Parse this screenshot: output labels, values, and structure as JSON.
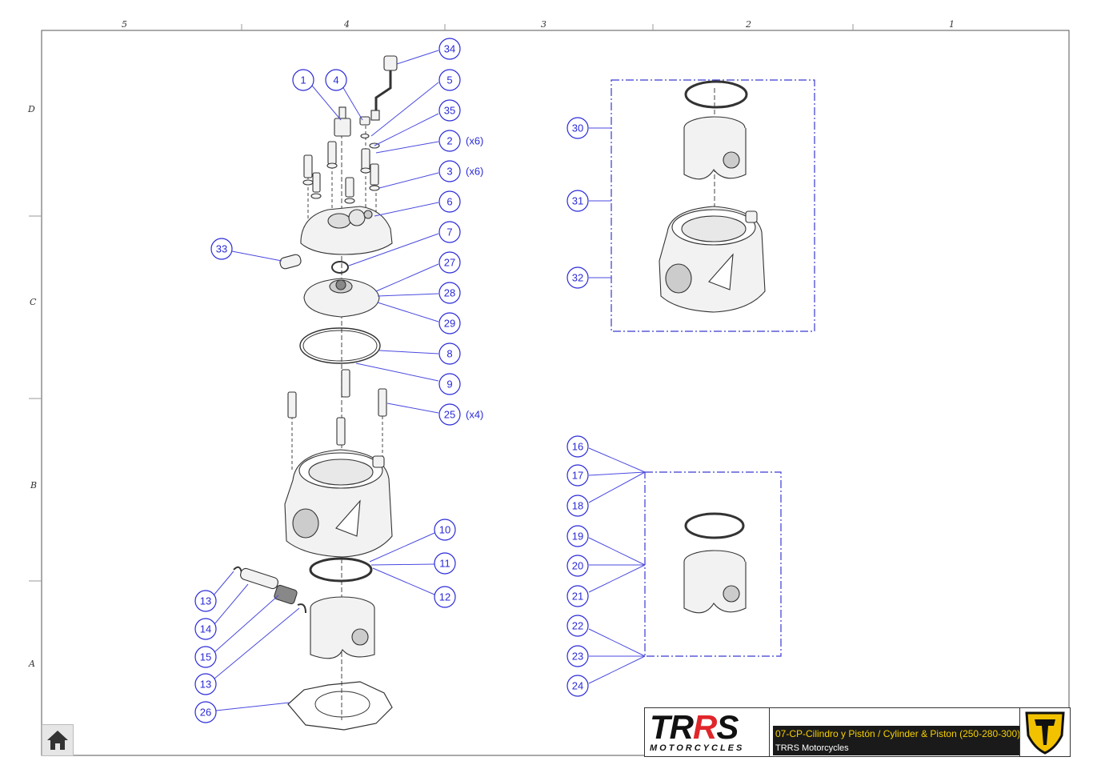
{
  "grid": {
    "columns": [
      "5",
      "4",
      "3",
      "2",
      "1"
    ],
    "rows": [
      "D",
      "C",
      "B",
      "A"
    ]
  },
  "callouts": [
    {
      "label": "1"
    },
    {
      "label": "4"
    },
    {
      "label": "34"
    },
    {
      "label": "5"
    },
    {
      "label": "35"
    },
    {
      "label": "2",
      "qty": "(x6)"
    },
    {
      "label": "3",
      "qty": "(x6)"
    },
    {
      "label": "6"
    },
    {
      "label": "33"
    },
    {
      "label": "7"
    },
    {
      "label": "27"
    },
    {
      "label": "28"
    },
    {
      "label": "29"
    },
    {
      "label": "8"
    },
    {
      "label": "9"
    },
    {
      "label": "25",
      "qty": "(x4)"
    },
    {
      "label": "10"
    },
    {
      "label": "11"
    },
    {
      "label": "12"
    },
    {
      "label": "13"
    },
    {
      "label": "14"
    },
    {
      "label": "15"
    },
    {
      "label": "13"
    },
    {
      "label": "26"
    },
    {
      "label": "30"
    },
    {
      "label": "31"
    },
    {
      "label": "32"
    },
    {
      "label": "16"
    },
    {
      "label": "17"
    },
    {
      "label": "18"
    },
    {
      "label": "19"
    },
    {
      "label": "20"
    },
    {
      "label": "21"
    },
    {
      "label": "22"
    },
    {
      "label": "23"
    },
    {
      "label": "24"
    }
  ],
  "title_block": {
    "brand": "TRRS",
    "brand_sub": "MOTORCYCLES",
    "sheet_title": "07-CP-Cilindro y Pistón / Cylinder & Piston (250-280-300)",
    "company": "TRRS Motorcycles",
    "colors": {
      "accent_red": "#e0262a",
      "title_yellow": "#f5d000",
      "shield_yellow": "#f2c200",
      "callout_blue": "#2a2ad8"
    }
  },
  "home": {
    "icon": "home-icon"
  }
}
